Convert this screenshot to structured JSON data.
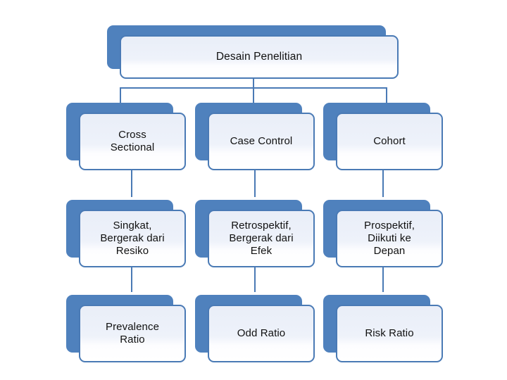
{
  "diagram": {
    "type": "org-chart",
    "title_node": {
      "label": "Desain Penelitian"
    },
    "columns": [
      {
        "name": "cross-sectional",
        "design": "Cross\nSectional",
        "feature": "Singkat,\nBergerak dari\nResiko",
        "measure": "Prevalence\nRatio"
      },
      {
        "name": "case-control",
        "design": "Case Control",
        "feature": "Retrospektif,\nBergerak dari\nEfek",
        "measure": "Odd Ratio"
      },
      {
        "name": "cohort",
        "design": "Cohort",
        "feature": "Prospektif,\nDiikuti ke\nDepan",
        "measure": "Risk Ratio"
      }
    ]
  },
  "colors": {
    "accent_fill": "#4f81bd",
    "accent_border": "#4a7ab5",
    "card_fill_top": "#e9eef8",
    "card_fill_bottom": "#ffffff",
    "text": "#111111",
    "background": "#ffffff"
  }
}
